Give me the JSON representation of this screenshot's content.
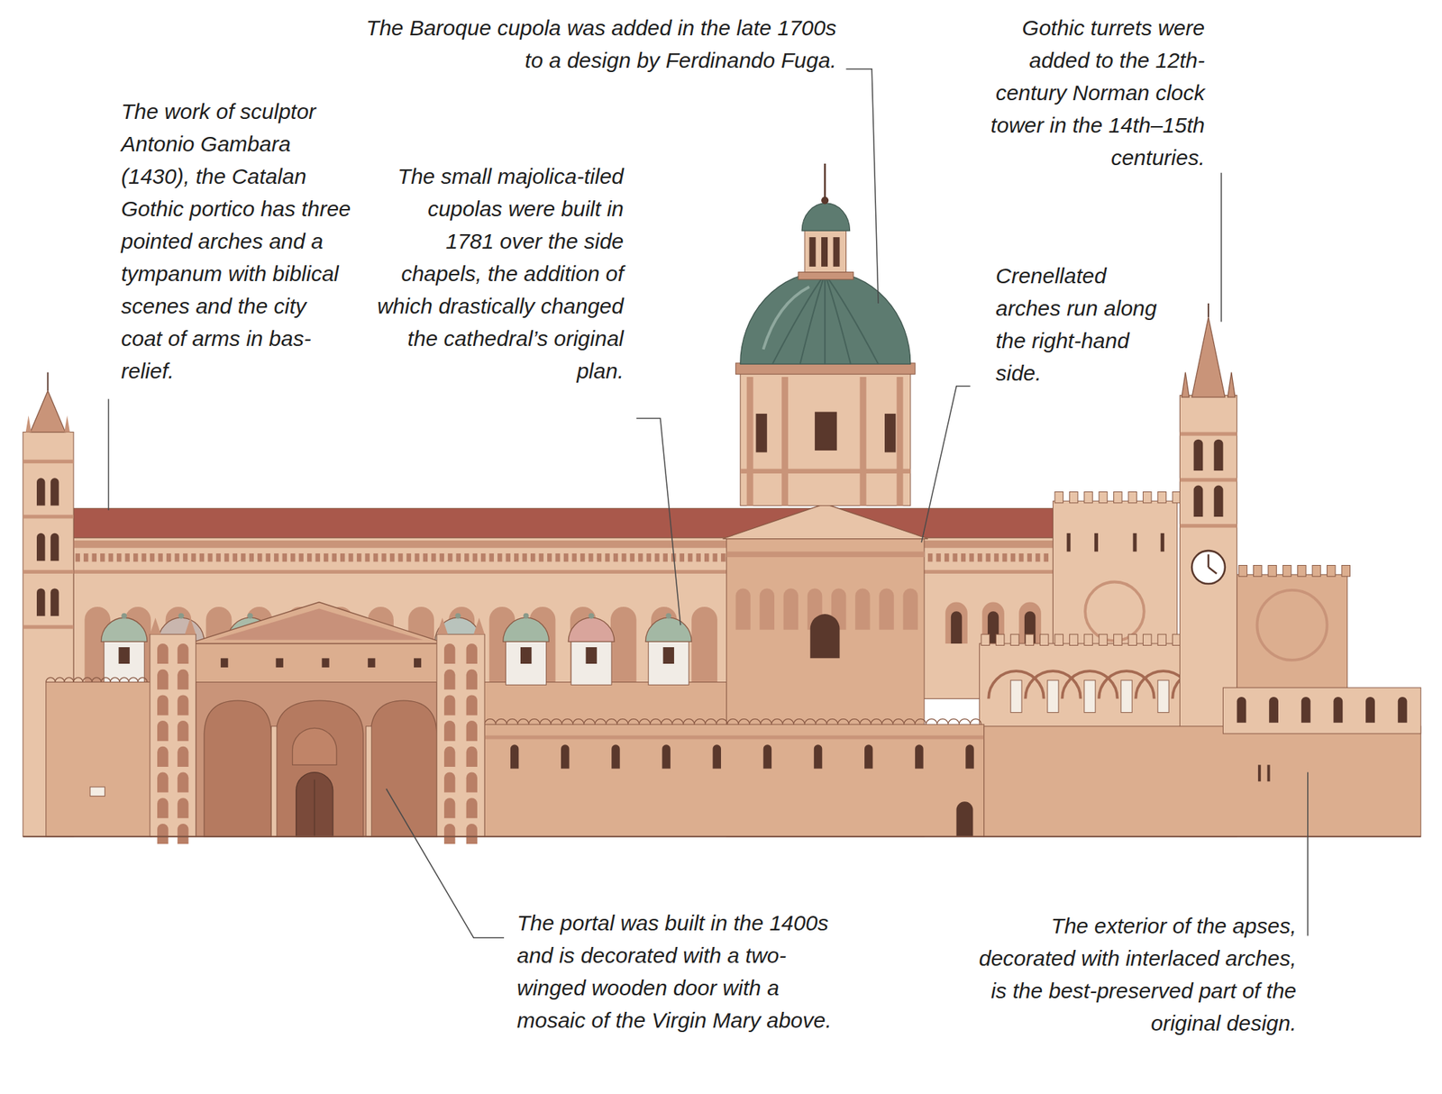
{
  "diagram": {
    "labels": [
      "The Baroque cupola was added in the late 1700s to a design by Ferdinando Fuga.",
      "Gothic turrets were added to the 12th-century Norman clock tower in the 14th–15th centuries.",
      "The work of sculptor Antonio Gambara (1430), the Catalan Gothic portico has three pointed arches and a tympanum with biblical scenes and the city coat of arms in bas-relief.",
      "The small majolica-tiled cupolas were built in 1781 over the side chapels, the addition of which drastically changed the cathedral’s original plan.",
      "Crenellated arches run along the right-hand side.",
      "The portal was built in the 1400s and is decorated with a two-winged wooden door with a mosaic of the Virgin Mary above.",
      "The exterior of the apses, decorated with interlaced arches, is the best-preserved part of the original design."
    ]
  }
}
